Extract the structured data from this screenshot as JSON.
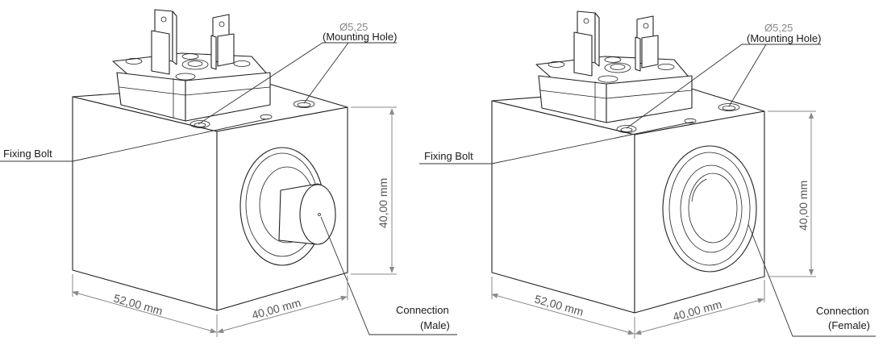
{
  "views": [
    {
      "id": "male",
      "labels": {
        "hole_diameter": "Ø5,25",
        "mounting_hole": "(Mounting Hole)",
        "fixing_bolt": "Fixing Bolt",
        "connection_line1": "Connection",
        "connection_line2": "(Male)"
      },
      "dimensions": {
        "length": "52,00 mm",
        "width": "40,00 mm",
        "height": "40,00 mm"
      }
    },
    {
      "id": "female",
      "labels": {
        "hole_diameter": "Ø5,25",
        "mounting_hole": "(Mounting Hole)",
        "fixing_bolt": "Fixing Bolt",
        "connection_line1": "Connection",
        "connection_line2": "(Female)"
      },
      "dimensions": {
        "length": "52,00 mm",
        "width": "40,00 mm",
        "height": "40,00 mm"
      }
    }
  ]
}
